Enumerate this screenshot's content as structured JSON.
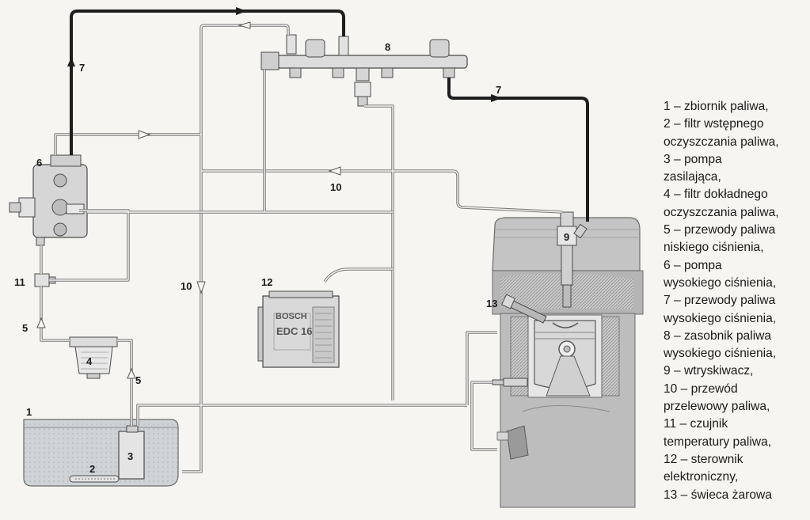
{
  "labels": {
    "n1": "1",
    "n2": "2",
    "n3": "3",
    "n4": "4",
    "n5a": "5",
    "n5b": "5",
    "n6": "6",
    "n7a": "7",
    "n7b": "7",
    "n8": "8",
    "n9": "9",
    "n10a": "10",
    "n10b": "10",
    "n11": "11",
    "n12": "12",
    "n13": "13"
  },
  "ecu": {
    "brand": "BOSCH",
    "model": "EDC 16"
  },
  "legend": [
    "1 – zbiornik paliwa,",
    "2 – filtr wstępnego",
    "oczyszczania paliwa,",
    "3 – pompa",
    "zasilająca,",
    "4 – filtr dokładnego",
    "oczyszczania paliwa,",
    "5 – przewody paliwa",
    "niskiego ciśnienia,",
    "6 – pompa",
    "wysokiego ciśnienia,",
    "7 – przewody paliwa",
    "wysokiego ciśnienia,",
    "8 – zasobnik paliwa",
    "wysokiego ciśnienia,",
    "9 – wtryskiwacz,",
    "10 – przewód",
    "przelewowy paliwa,",
    "11 – czujnik",
    "temperatury paliwa,",
    "12 – sterownik",
    "elektroniczny,",
    "13 – świeca żarowa"
  ]
}
